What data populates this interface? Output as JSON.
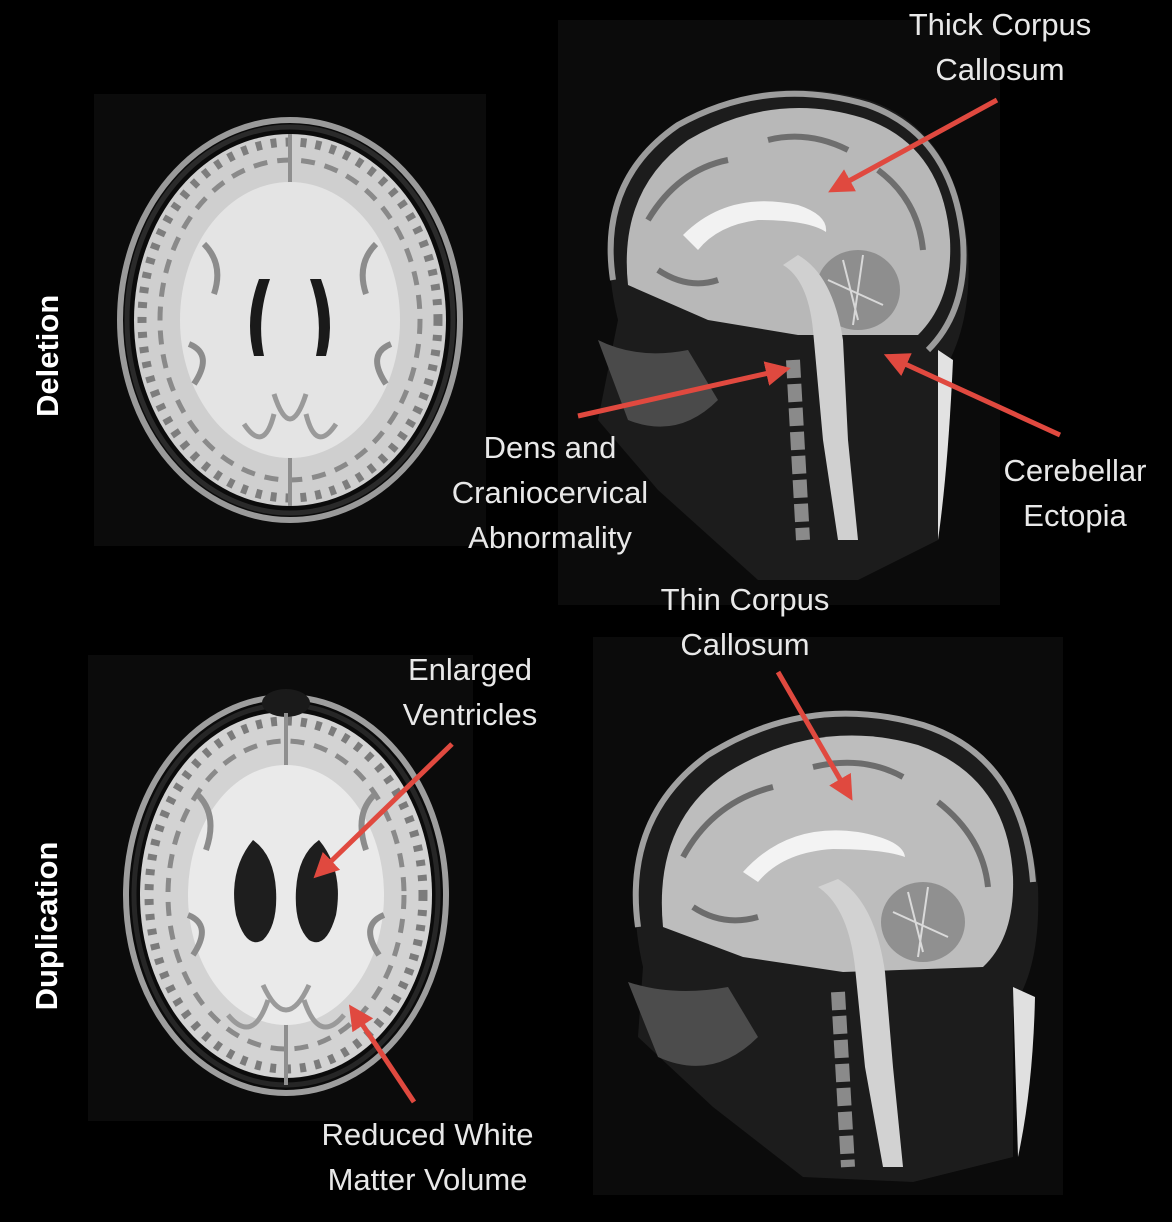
{
  "rows": {
    "top_label": "Deletion",
    "bottom_label": "Duplication"
  },
  "annotations": {
    "thick_cc": [
      "Thick Corpus",
      "Callosum"
    ],
    "dens": [
      "Dens and",
      "Craniocervical",
      "Abnormality"
    ],
    "cerebellar": [
      "Cerebellar",
      "Ectopia"
    ],
    "thin_cc": [
      "Thin Corpus",
      "Callosum"
    ],
    "enlarged": [
      "Enlarged",
      "Ventricles"
    ],
    "reduced_wm": [
      "Reduced White",
      "Matter Volume"
    ]
  },
  "colors": {
    "background": "#000000",
    "arrow": "#e0493f",
    "label_text": "#ffffff",
    "annotation_text": "#e8e8e8"
  }
}
